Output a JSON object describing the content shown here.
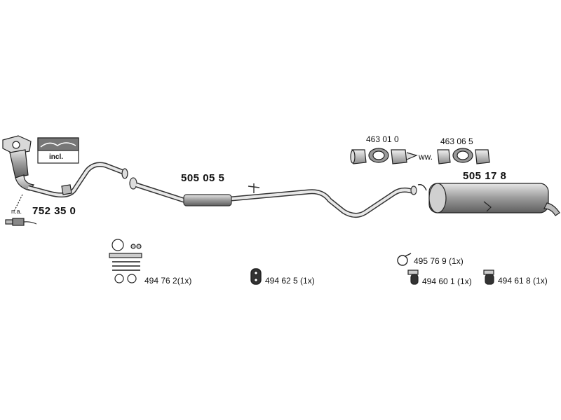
{
  "labels": {
    "cat_pipe": "752 35 0",
    "na_note": "n.a.",
    "incl_note": "incl.",
    "middle_silencer": "505 05 5",
    "rear_silencer": "505 17 8",
    "clamp_a": "463 01 0",
    "clamp_b": "463 06 5",
    "ww_note": "ww.",
    "mount_kit": "494 76 2(1x)",
    "rubber_mount_a": "494 62 5 (1x)",
    "clip": "495 76 9 (1x)",
    "rubber_mount_b": "494 60 1 (1x)",
    "rubber_mount_c": "494 61 8 (1x)"
  },
  "colors": {
    "line": "#222222",
    "part_fill": "#c8c8c8",
    "part_dark": "#8a8a8a",
    "background": "#ffffff"
  }
}
